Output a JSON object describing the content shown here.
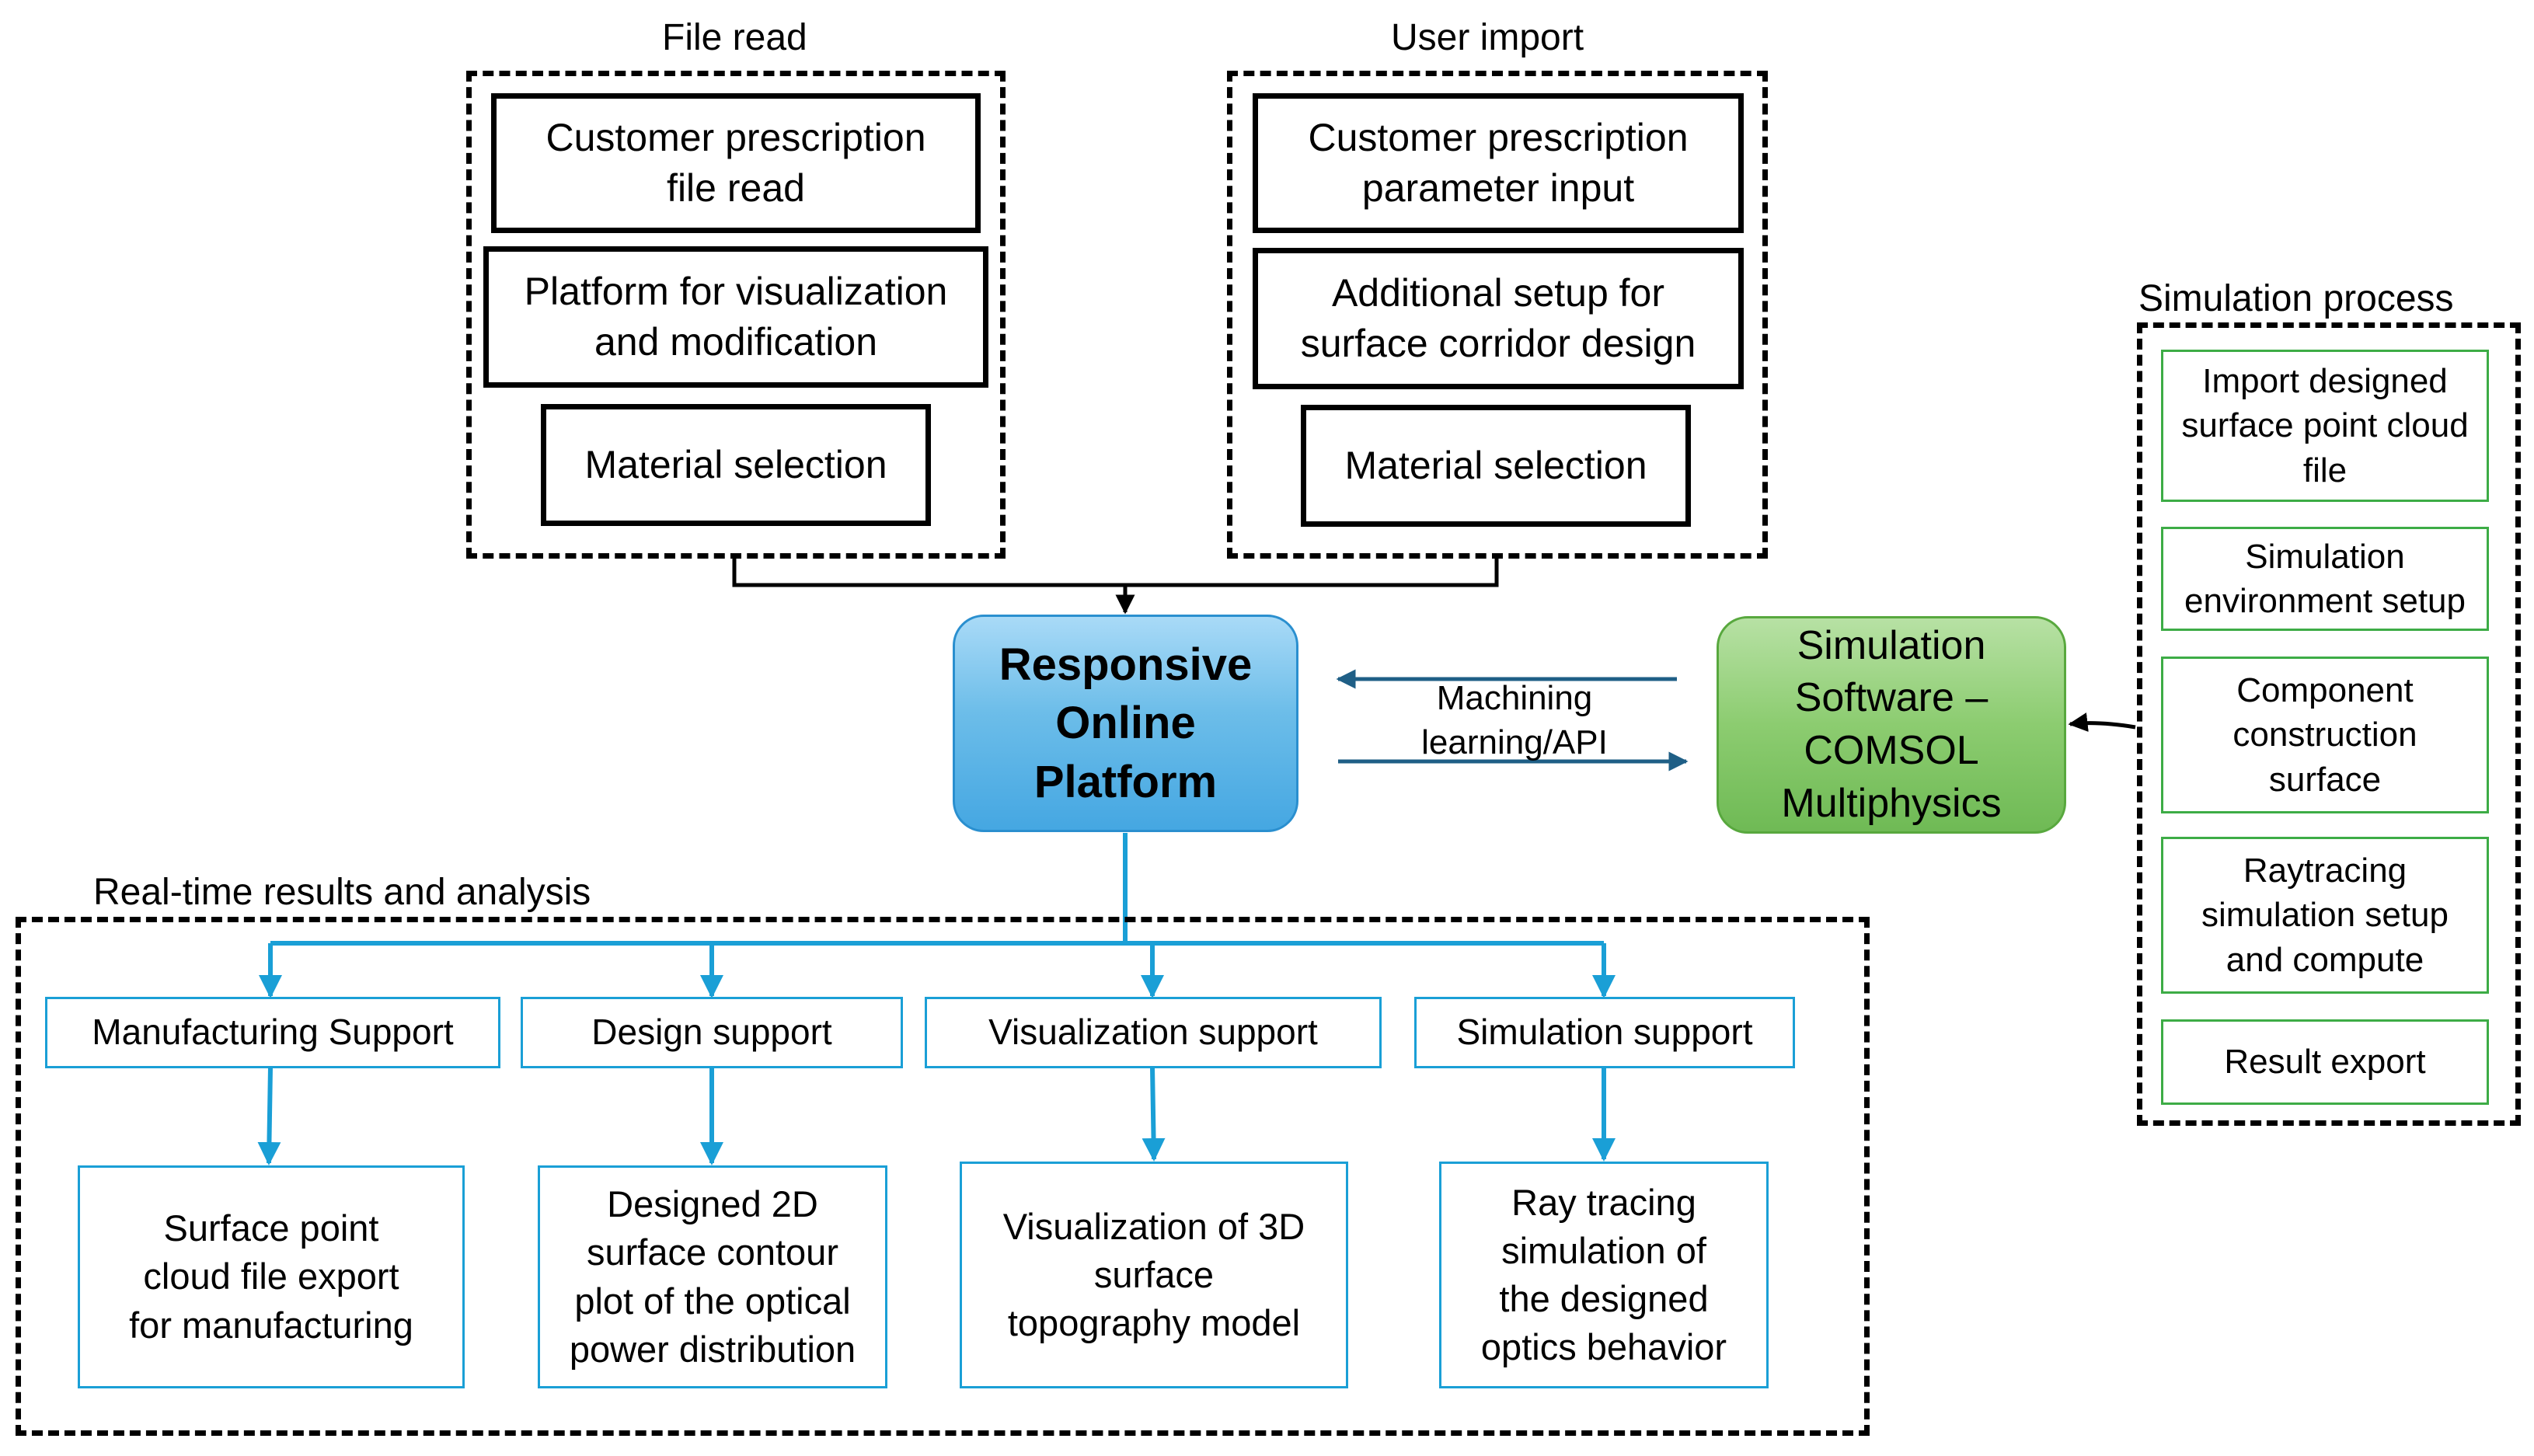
{
  "groups": {
    "file_read": {
      "title": "File read",
      "items": [
        "Customer prescription\nfile read",
        "Platform for visualization\nand modification",
        "Material selection"
      ]
    },
    "user_import": {
      "title": "User import",
      "items": [
        "Customer prescription\nparameter input",
        "Additional setup for\nsurface corridor design",
        "Material selection"
      ]
    },
    "simulation_process": {
      "title": "Simulation process",
      "items": [
        "Import designed\nsurface point cloud\nfile",
        "Simulation\nenvironment setup",
        "Component\nconstruction\nsurface",
        "Raytracing\nsimulation setup\nand compute",
        "Result export"
      ]
    },
    "realtime": {
      "title": "Real-time results and analysis",
      "supports": [
        "Manufacturing Support",
        "Design support",
        "Visualization support",
        "Simulation support"
      ],
      "results": [
        "Surface point\ncloud file export\nfor manufacturing",
        "Designed 2D\nsurface contour\nplot of the optical\npower distribution",
        "Visualization of 3D\nsurface\ntopography model",
        "Ray tracing\nsimulation of\nthe designed\noptics behavior"
      ]
    }
  },
  "platform": {
    "label": "Responsive\nOnline\nPlatform"
  },
  "software": {
    "label": "Simulation\nSoftware –\nCOMSOL\nMultiphysics"
  },
  "link": {
    "label": "Machining\nlearning/API"
  },
  "colors": {
    "blue_line": "#1a9fd6",
    "link_arrow": "#1f5f86",
    "green_border": "#3dac46"
  }
}
